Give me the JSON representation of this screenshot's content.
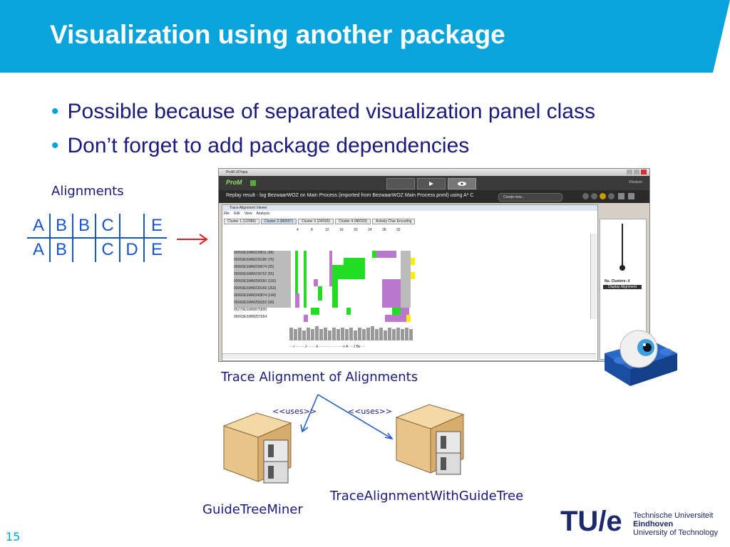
{
  "slide": {
    "title": "Visualization using another package",
    "bullets": [
      "Possible because of separated visualization panel class",
      "Don’t forget to add package dependencies"
    ],
    "page_number": "15",
    "colors": {
      "header": "#0aa4dc",
      "title_text": "#ffffff",
      "body_text": "#1a1a7a",
      "accent": "#00a2e0",
      "arrow": "#e02020"
    }
  },
  "alignments": {
    "label": "Alignments",
    "rows": [
      [
        "A",
        "B",
        "B",
        "C",
        "",
        "E"
      ],
      [
        "A",
        "B",
        "",
        "C",
        "D",
        "E"
      ]
    ]
  },
  "prom": {
    "window_title": "ProM UITopia",
    "logo": "ProM",
    "banner": "Replay result - log BezwaarWOZ on Main Process (imported from BezwaarWOZ Main Process.pnml) using A* C",
    "create_new": "Create new...",
    "fluxicon": "Fluxicon",
    "inner_title": "Trace Alignment Viewer",
    "menu": [
      "File",
      "Edit",
      "View",
      "Analysis"
    ],
    "tabs": [
      "Cluster 1 (12/986)",
      "Cluster 2 (86/557)",
      "Cluster 3 (24/505)",
      "Cluster 4 (48/333)",
      "Activity Char Encoding"
    ],
    "ruler": [
      "4",
      "8",
      "12",
      "16",
      "20",
      "24",
      "28",
      "32"
    ],
    "traces": [
      "05060ESWM239811 (89)",
      "05059ESWM239186 (76)",
      "05060ESWM239674 (55)",
      "05060ESWM239752 (55)",
      "05060ESWM258350 (192)",
      "05059ESWM239169 (263)",
      "05060ESWM240874 (149)",
      "05060ESWM258352 (99)",
      "05279ESWM875890",
      "05063ESWM257054"
    ],
    "consensus": "- - r - - - - J - - - - b - - - - - - - - - - - n A - - J  Be - -",
    "side_label": "No. Clusters: 4",
    "side_button": "Display Alignment"
  },
  "captions": {
    "trace_alignment": "Trace Alignment of Alignments",
    "uses_left": "<<uses>>",
    "uses_right": "<<uses>>",
    "pkg_left": "GuideTreeMiner",
    "pkg_right": "TraceAlignmentWithGuideTree"
  },
  "logo": {
    "tue_mark": "TU/e",
    "line1": "Technische Universiteit",
    "line2": "Eindhoven",
    "line3": "University of Technology"
  }
}
